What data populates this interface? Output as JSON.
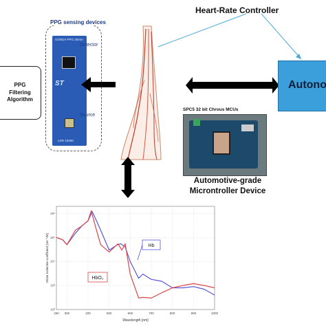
{
  "heart_rate_controller": "Heart-Rate Controller",
  "ppg_sensing": {
    "title": "PPG sensing devices",
    "board_label": "GONDA PPG 25mm",
    "detector_label": "Detector",
    "source_label": "Source",
    "chip_id": "LDR 10000",
    "logo": "ST"
  },
  "ppg_filter": {
    "line1": "PPG",
    "line2": "Filtering",
    "line3": "Algorithm"
  },
  "autonomous": {
    "label": "Autono"
  },
  "mcu": {
    "caption": "SPC5 32 bit Chrous MCUs",
    "title_line1": "Automotive-grade",
    "title_line2": "Microntroller Device"
  },
  "chart_data": {
    "type": "line",
    "xlabel": "Wavelength [nm]",
    "ylabel": "Molar extinction coefficient [cm⁻¹/M]",
    "xlim": [
      250,
      1000
    ],
    "x_ticks": [
      "250",
      "300",
      "400",
      "500",
      "600",
      "700",
      "800",
      "900",
      "1000"
    ],
    "y_scale": "log",
    "y_ticks": [
      "10²",
      "10³",
      "10⁴",
      "10⁵",
      "10⁶"
    ],
    "grid": true,
    "series": [
      {
        "name": "Hb",
        "color": "#5555dd",
        "x": [
          250,
          280,
          300,
          340,
          370,
          400,
          420,
          440,
          460,
          500,
          540,
          555,
          576,
          600,
          640,
          660,
          700,
          750,
          800,
          850,
          900,
          950,
          1000
        ],
        "y": [
          100000,
          80000,
          50000,
          150000,
          300000,
          500000,
          1200000,
          500000,
          200000,
          30000,
          50000,
          55000,
          40000,
          10000,
          2000,
          3000,
          1800,
          1500,
          800,
          800,
          900,
          700,
          400
        ]
      },
      {
        "name": "HbO₂",
        "color": "#dd4444",
        "x": [
          250,
          280,
          300,
          340,
          370,
          400,
          415,
          440,
          460,
          500,
          542,
          560,
          576,
          600,
          640,
          660,
          700,
          750,
          800,
          850,
          900,
          950,
          1000
        ],
        "y": [
          100000,
          80000,
          50000,
          200000,
          300000,
          500000,
          1300000,
          200000,
          50000,
          25000,
          55000,
          30000,
          55000,
          3000,
          300,
          320,
          300,
          500,
          800,
          1000,
          1200,
          1000,
          800
        ]
      }
    ]
  }
}
